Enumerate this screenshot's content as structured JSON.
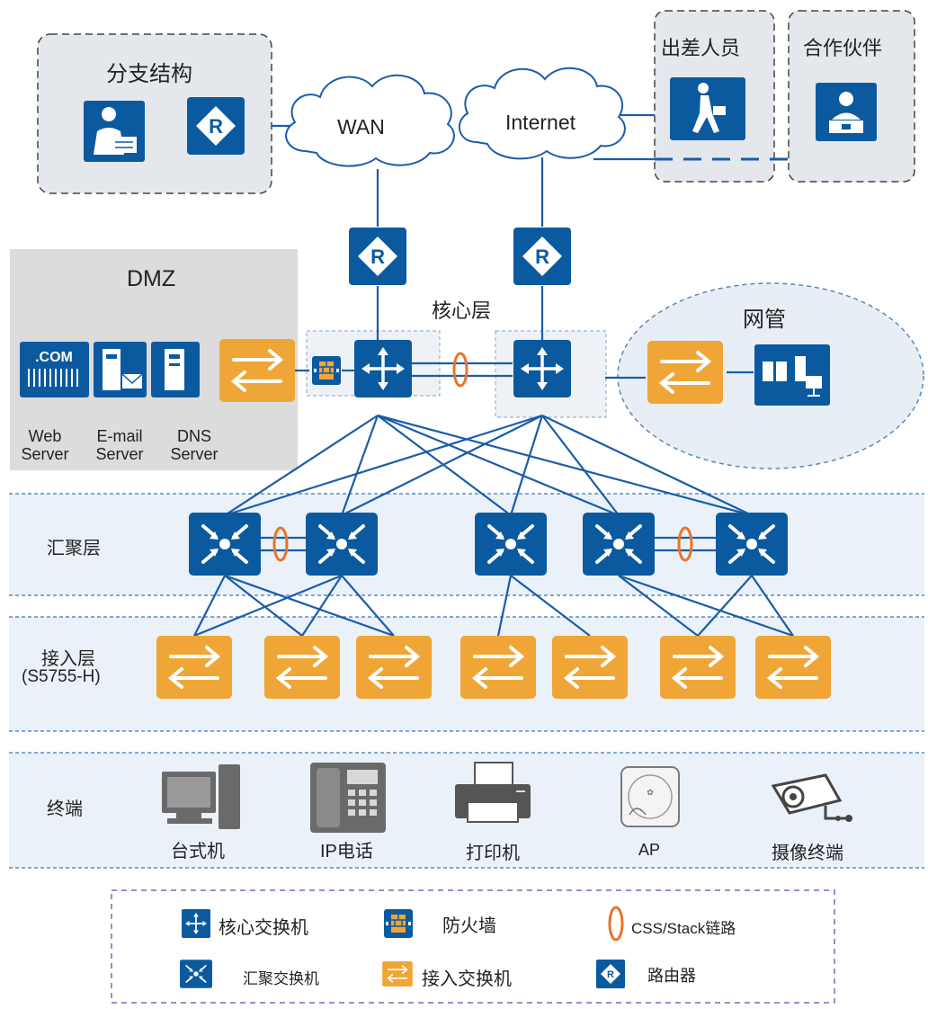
{
  "zones": {
    "branch_title": "分支结构",
    "travel_title": "出差人员",
    "partner_title": "合作伙伴",
    "dmz_title": "DMZ",
    "core_title": "核心层",
    "nm_title": "网管",
    "agg_title": "汇聚层",
    "access_title": "接入层",
    "access_model": "(S5755-H)",
    "terminal_title": "终端"
  },
  "clouds": {
    "wan": "WAN",
    "internet": "Internet"
  },
  "servers": {
    "com_label": ".COM",
    "web_1": "Web",
    "web_2": "Server",
    "email_1": "E-mail",
    "email_2": "Server",
    "dns_1": "DNS",
    "dns_2": "Server"
  },
  "terminals": {
    "desktop": "台式机",
    "phone": "IP电话",
    "printer": "打印机",
    "ap": "AP",
    "camera": "摄像终端"
  },
  "legend": {
    "core_switch": "核心交换机",
    "firewall": "防火墙",
    "css_link": "CSS/Stack链路",
    "agg_switch": "汇聚交换机",
    "access_switch": "接入交换机",
    "router": "路由器"
  },
  "colors": {
    "device_blue": "#0b5aa0",
    "access_orange": "#f0a636",
    "link_blue": "#1a5da8",
    "zone_gray": "#e4e8ed",
    "band_blue": "#eaf1f8",
    "css_ring": "#e8742a",
    "legend_border": "#8e5fb5"
  }
}
